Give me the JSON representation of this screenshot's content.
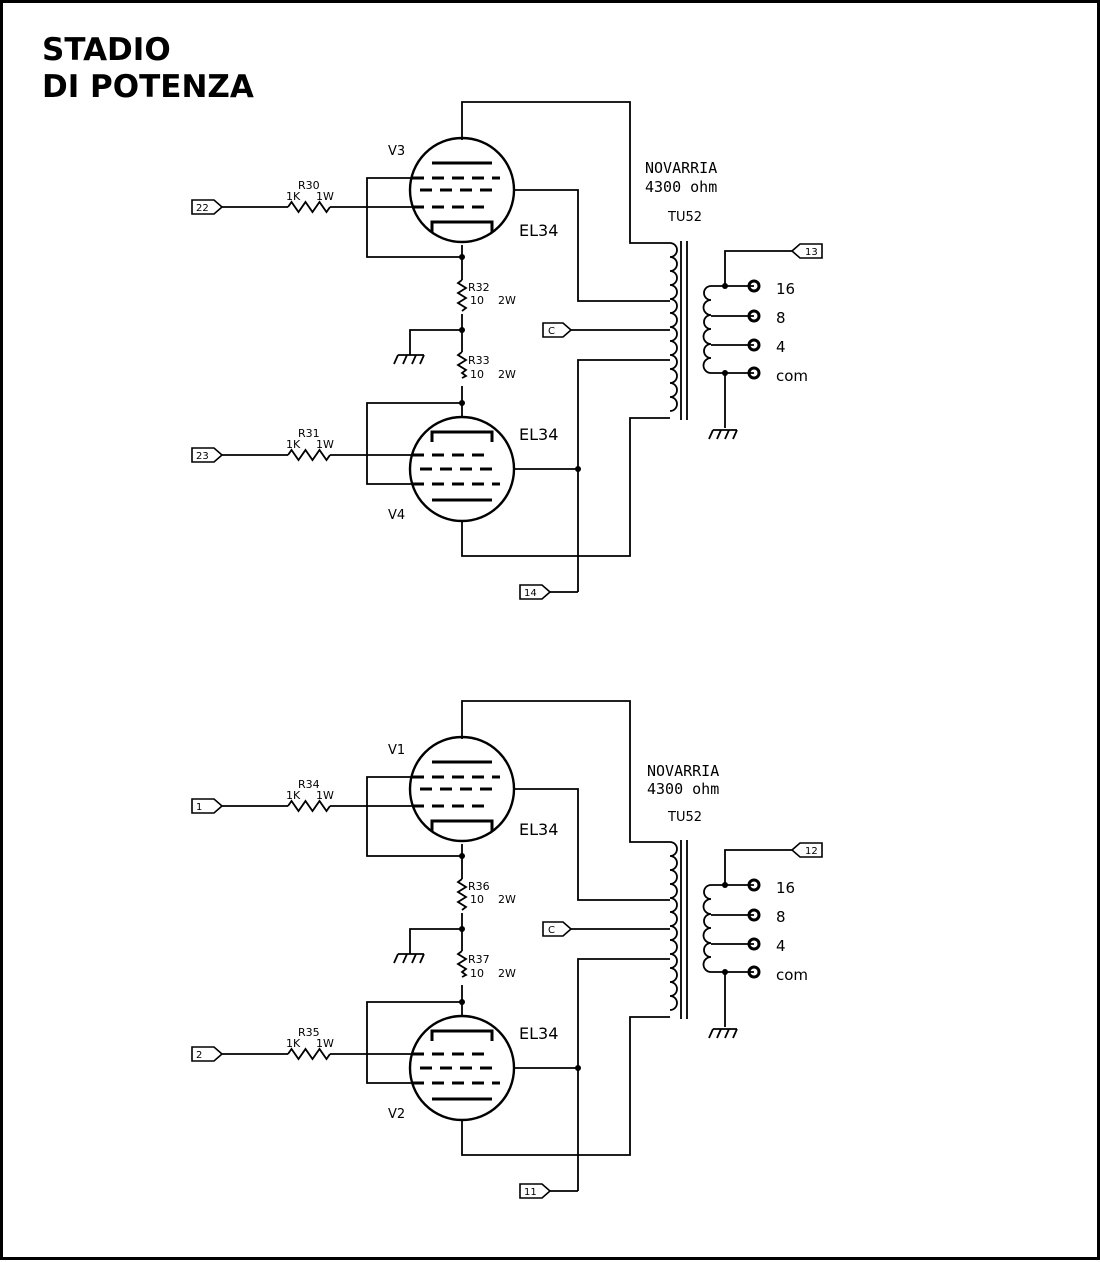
{
  "title": {
    "line1": "STADIO",
    "line2": "DI POTENZA"
  },
  "stages": [
    {
      "top_tube": "V3",
      "bottom_tube": "V4",
      "top_type": "EL34",
      "bottom_type": "EL34",
      "top_grid_resistor": {
        "ref": "R30",
        "v1": "1K",
        "v2": "1W"
      },
      "bottom_grid_resistor": {
        "ref": "R31",
        "v1": "1K",
        "v2": "1W"
      },
      "cathode_resistor_a": {
        "ref": "R32",
        "v1": "10",
        "v2": "2W"
      },
      "cathode_resistor_b": {
        "ref": "R33",
        "v1": "10",
        "v2": "2W"
      },
      "in_top": "22",
      "in_bottom": "23",
      "center_tap": "C",
      "bottom_port": "14",
      "top_port": "13",
      "transformer": {
        "maker": "NOVARRIA",
        "impedance": "4300 ohm",
        "model": "TU52"
      },
      "taps": [
        "16",
        "8",
        "4",
        "com"
      ]
    },
    {
      "top_tube": "V1",
      "bottom_tube": "V2",
      "top_type": "EL34",
      "bottom_type": "EL34",
      "top_grid_resistor": {
        "ref": "R34",
        "v1": "1K",
        "v2": "1W"
      },
      "bottom_grid_resistor": {
        "ref": "R35",
        "v1": "1K",
        "v2": "1W"
      },
      "cathode_resistor_a": {
        "ref": "R36",
        "v1": "10",
        "v2": "2W"
      },
      "cathode_resistor_b": {
        "ref": "R37",
        "v1": "10",
        "v2": "2W"
      },
      "in_top": "1",
      "in_bottom": "2",
      "center_tap": "C",
      "bottom_port": "11",
      "top_port": "12",
      "transformer": {
        "maker": "NOVARRIA",
        "impedance": "4300 ohm",
        "model": "TU52"
      },
      "taps": [
        "16",
        "8",
        "4",
        "com"
      ]
    }
  ]
}
